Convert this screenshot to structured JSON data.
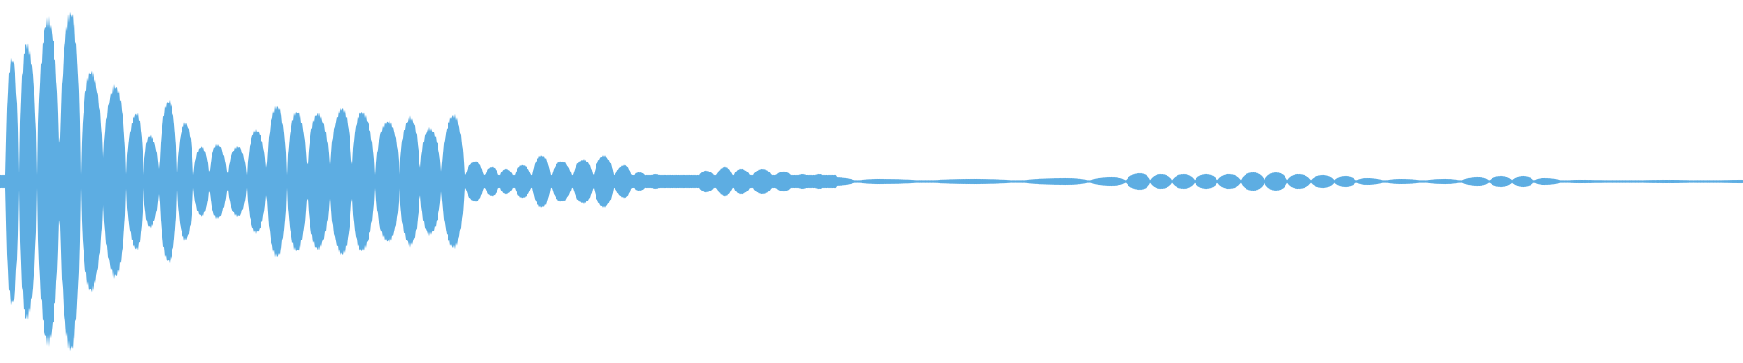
{
  "chart_data": {
    "type": "area",
    "subtype": "audio-waveform",
    "title": "",
    "xlabel": "",
    "ylabel": "",
    "x_range": [
      0,
      100
    ],
    "ylim": [
      -1,
      1
    ],
    "grid": false,
    "legend": "none",
    "color": "#5dade2",
    "background": "#ffffff",
    "envelope_peaks": [
      {
        "t": 0.68,
        "amp": 0.67
      },
      {
        "t": 1.51,
        "amp": 0.75
      },
      {
        "t": 2.76,
        "amp": 0.88
      },
      {
        "t": 4.06,
        "amp": 0.92
      },
      {
        "t": 5.21,
        "amp": 0.6
      },
      {
        "t": 6.61,
        "amp": 0.52
      },
      {
        "t": 7.86,
        "amp": 0.37
      },
      {
        "t": 8.59,
        "amp": 0.25
      },
      {
        "t": 9.69,
        "amp": 0.44
      },
      {
        "t": 10.63,
        "amp": 0.32
      },
      {
        "t": 11.56,
        "amp": 0.19
      },
      {
        "t": 12.45,
        "amp": 0.2
      },
      {
        "t": 13.65,
        "amp": 0.19
      },
      {
        "t": 14.69,
        "amp": 0.28
      },
      {
        "t": 15.89,
        "amp": 0.41
      },
      {
        "t": 17.03,
        "amp": 0.38
      },
      {
        "t": 18.23,
        "amp": 0.37
      },
      {
        "t": 19.64,
        "amp": 0.4
      },
      {
        "t": 20.73,
        "amp": 0.38
      },
      {
        "t": 22.29,
        "amp": 0.33
      },
      {
        "t": 23.54,
        "amp": 0.35
      },
      {
        "t": 24.64,
        "amp": 0.29
      },
      {
        "t": 26.02,
        "amp": 0.36
      },
      {
        "t": 27.29,
        "amp": 0.11
      },
      {
        "t": 28.25,
        "amp": 0.08
      },
      {
        "t": 29.02,
        "amp": 0.07
      },
      {
        "t": 29.97,
        "amp": 0.09
      },
      {
        "t": 31.06,
        "amp": 0.14
      },
      {
        "t": 32.2,
        "amp": 0.11
      },
      {
        "t": 33.48,
        "amp": 0.12
      },
      {
        "t": 34.63,
        "amp": 0.14
      },
      {
        "t": 35.84,
        "amp": 0.09
      },
      {
        "t": 36.67,
        "amp": 0.05
      },
      {
        "t": 37.6,
        "amp": 0.04
      },
      {
        "t": 38.6,
        "amp": 0.03
      },
      {
        "t": 39.5,
        "amp": 0.03
      },
      {
        "t": 40.5,
        "amp": 0.06
      },
      {
        "t": 41.6,
        "amp": 0.08
      },
      {
        "t": 42.5,
        "amp": 0.07
      },
      {
        "t": 43.75,
        "amp": 0.07
      },
      {
        "t": 44.96,
        "amp": 0.055
      },
      {
        "t": 46.05,
        "amp": 0.04
      },
      {
        "t": 47.0,
        "amp": 0.04
      },
      {
        "t": 47.8,
        "amp": 0.025
      },
      {
        "t": 50.4,
        "amp": 0.015
      },
      {
        "t": 55.8,
        "amp": 0.015
      },
      {
        "t": 61.2,
        "amp": 0.02
      },
      {
        "t": 63.8,
        "amp": 0.025
      },
      {
        "t": 65.4,
        "amp": 0.045
      },
      {
        "t": 66.6,
        "amp": 0.04
      },
      {
        "t": 67.9,
        "amp": 0.04
      },
      {
        "t": 69.2,
        "amp": 0.04
      },
      {
        "t": 70.5,
        "amp": 0.04
      },
      {
        "t": 71.9,
        "amp": 0.05
      },
      {
        "t": 73.2,
        "amp": 0.05
      },
      {
        "t": 74.5,
        "amp": 0.04
      },
      {
        "t": 75.9,
        "amp": 0.035
      },
      {
        "t": 77.2,
        "amp": 0.03
      },
      {
        "t": 78.4,
        "amp": 0.02
      },
      {
        "t": 80.4,
        "amp": 0.015
      },
      {
        "t": 82.9,
        "amp": 0.015
      },
      {
        "t": 84.8,
        "amp": 0.025
      },
      {
        "t": 86.1,
        "amp": 0.03
      },
      {
        "t": 87.4,
        "amp": 0.03
      },
      {
        "t": 88.6,
        "amp": 0.02
      },
      {
        "t": 90.6,
        "amp": 0.01
      },
      {
        "t": 95.7,
        "amp": 0.01
      },
      {
        "t": 100,
        "amp": 0.01
      }
    ]
  }
}
